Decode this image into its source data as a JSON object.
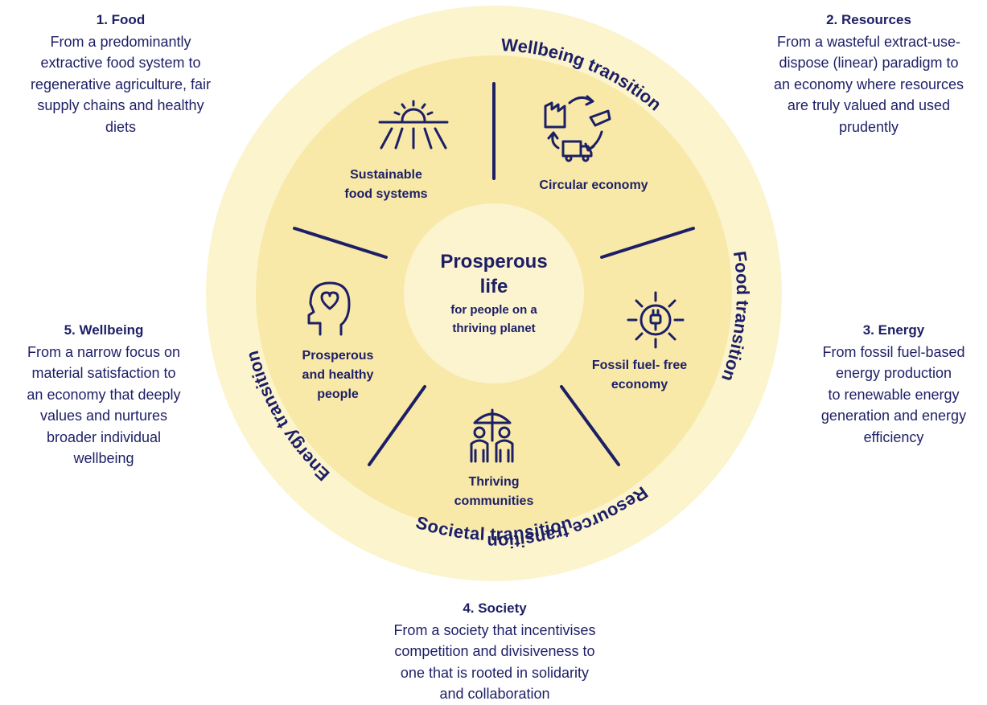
{
  "center": {
    "title_line1": "Prosperous",
    "title_line2": "life",
    "sub_line1": "for people on a",
    "sub_line2": "thriving planet"
  },
  "transitions": {
    "food": "Food transition",
    "resource": "Resource transition",
    "energy": "Energy transition",
    "societal": "Societal transition",
    "wellbeing": "Wellbeing transition"
  },
  "segments": {
    "food": {
      "line1": "Sustainable",
      "line2": "food systems",
      "icon": "sunrise-field-icon"
    },
    "circular": {
      "line1": "Circular economy",
      "icon": "recycling-loop-icon"
    },
    "energy": {
      "line1": "Fossil fuel- free",
      "line2": "economy",
      "icon": "plug-sun-icon"
    },
    "communities": {
      "line1": "Thriving",
      "line2": "communities",
      "icon": "people-umbrella-icon"
    },
    "people": {
      "line1": "Prosperous",
      "line2": "and healthy",
      "line3": "people",
      "icon": "head-heart-icon"
    }
  },
  "descriptions": {
    "food": {
      "heading": "1. Food",
      "lines": [
        "From a predominantly",
        "extractive food system to",
        "regenerative agriculture, fair",
        "supply chains and healthy",
        "diets"
      ]
    },
    "resources": {
      "heading": "2. Resources",
      "lines": [
        "From a wasteful extract-use-",
        "dispose (linear) paradigm to",
        "an economy where resources",
        "are truly valued and used",
        "prudently"
      ]
    },
    "energy": {
      "heading": "3. Energy",
      "lines": [
        "From fossil fuel-based",
        "energy production",
        "to renewable energy",
        "generation and energy",
        "efficiency"
      ]
    },
    "society": {
      "heading": "4. Society",
      "lines": [
        "From a society that incentivises",
        "competition and divisiveness to",
        "one that is rooted in solidarity",
        "and collaboration"
      ]
    },
    "wellbeing": {
      "heading": "5. Wellbeing",
      "lines": [
        "From a narrow focus on",
        "material satisfaction to",
        "an economy that deeply",
        "values and nurtures",
        "broader individual",
        "wellbeing"
      ]
    }
  },
  "colors": {
    "outer_ring": "#fbf4cd",
    "inner_disc": "#f8e9a9",
    "center_disc": "#fcf3cf",
    "ink": "#1d1f66"
  }
}
